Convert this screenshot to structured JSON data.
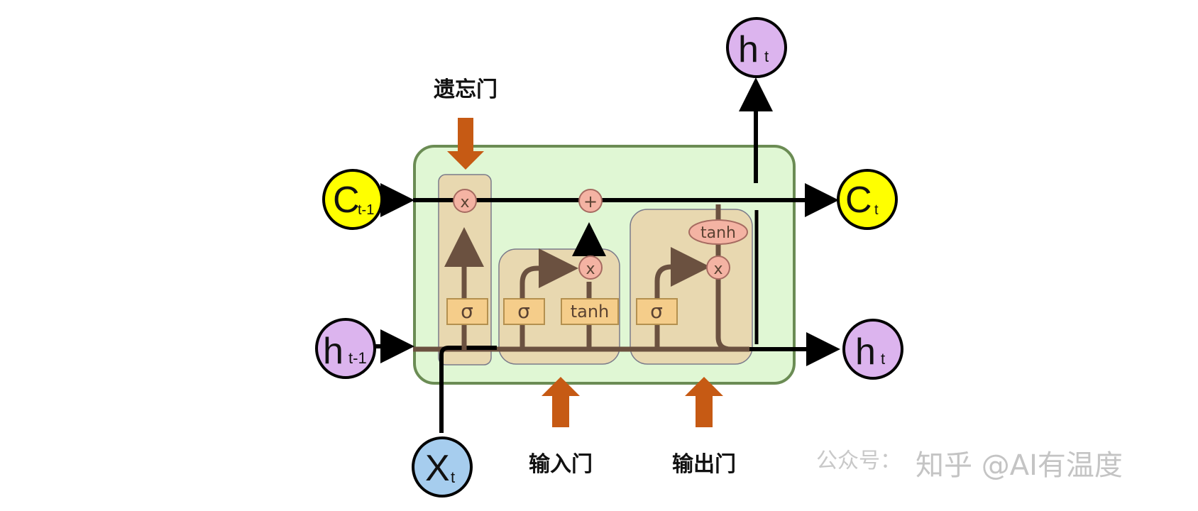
{
  "nodes": {
    "c_prev": {
      "main": "C",
      "sub": "t-1",
      "color": "#ffff00"
    },
    "h_prev": {
      "main": "h",
      "sub": "t-1",
      "color": "#dcb4ee"
    },
    "x_t": {
      "main": "X",
      "sub": "t",
      "color": "#a6cdee"
    },
    "c_next": {
      "main": "C",
      "sub": "t",
      "color": "#ffff00"
    },
    "h_next": {
      "main": "h",
      "sub": "t",
      "color": "#dcb4ee"
    },
    "h_top": {
      "main": "h",
      "sub": "t",
      "color": "#dcb4ee"
    }
  },
  "operators": {
    "forget_multiply": "x",
    "add": "+",
    "input_multiply": "x",
    "output_multiply": "x",
    "cell_tanh": "tanh"
  },
  "boxes": {
    "forget_sigma": "σ",
    "input_sigma": "σ",
    "input_tanh": "tanh",
    "output_sigma": "σ"
  },
  "gate_labels": {
    "forget": "遗忘门",
    "input": "输入门",
    "output": "输出门"
  },
  "watermark": {
    "left": "公众号：",
    "right": "知乎 @AI有温度"
  },
  "colors": {
    "cell_fill": "#e0f7d4",
    "cell_border": "#6b8c54",
    "gate_fill": "#e8d6ae",
    "flow_line": "#6b5140",
    "main_line": "#000000",
    "gate_arrow": "#c65a14",
    "operator_fill": "#f4b3a3",
    "box_fill": "#f5cd8a"
  }
}
